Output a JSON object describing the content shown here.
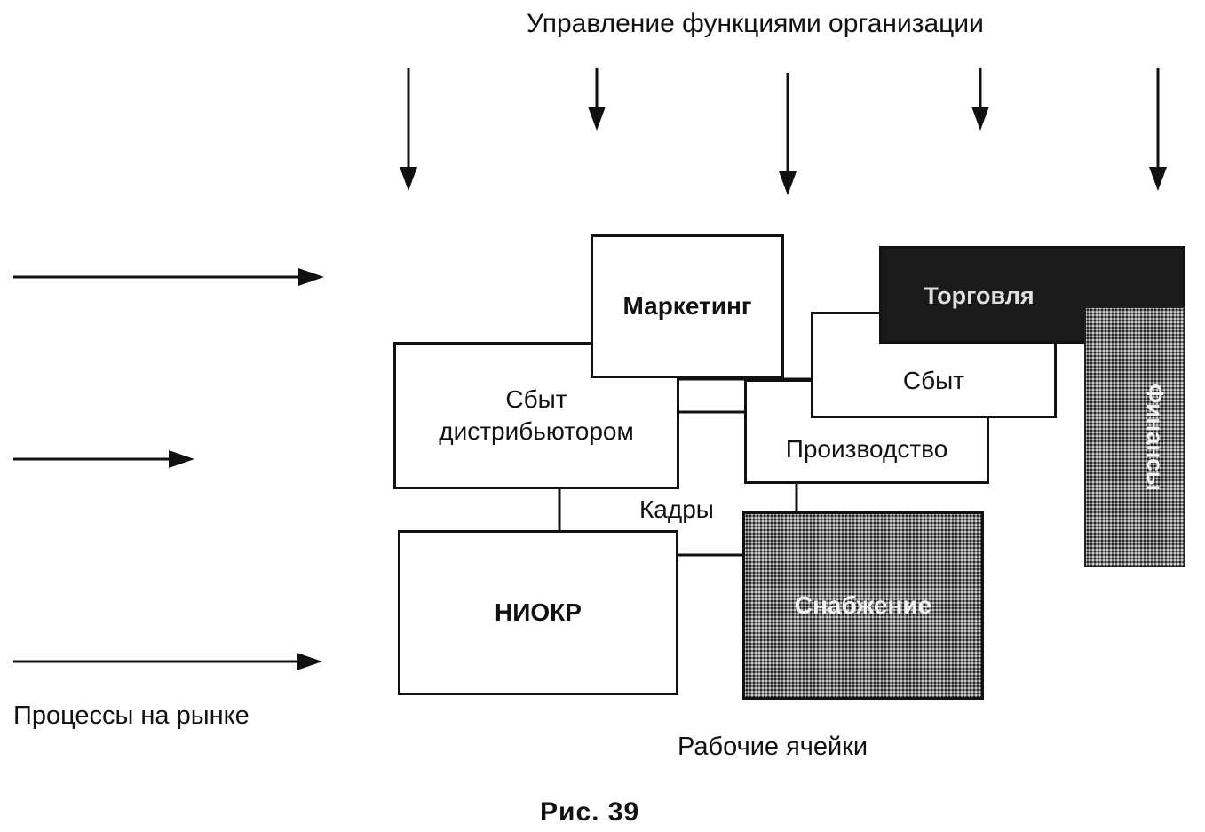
{
  "title": "Управление функциями организации",
  "left_label": "Процессы на рынке",
  "bottom_label": "Рабочие ячейки",
  "caption": "Рис. 39",
  "cadre_label": "Кадры",
  "blocks": {
    "marketing": "Маркетинг",
    "sales_distributor_line1": "Сбыт",
    "sales_distributor_line2": "дистрибьютором",
    "sales": "Сбыт",
    "production": "Производство",
    "rnd": "НИОКР",
    "supply": "Снабжение",
    "trade": "Торговля",
    "finance": "Финансы"
  },
  "colors": {
    "dark_block": "#1a1a1a",
    "line": "#111111"
  }
}
